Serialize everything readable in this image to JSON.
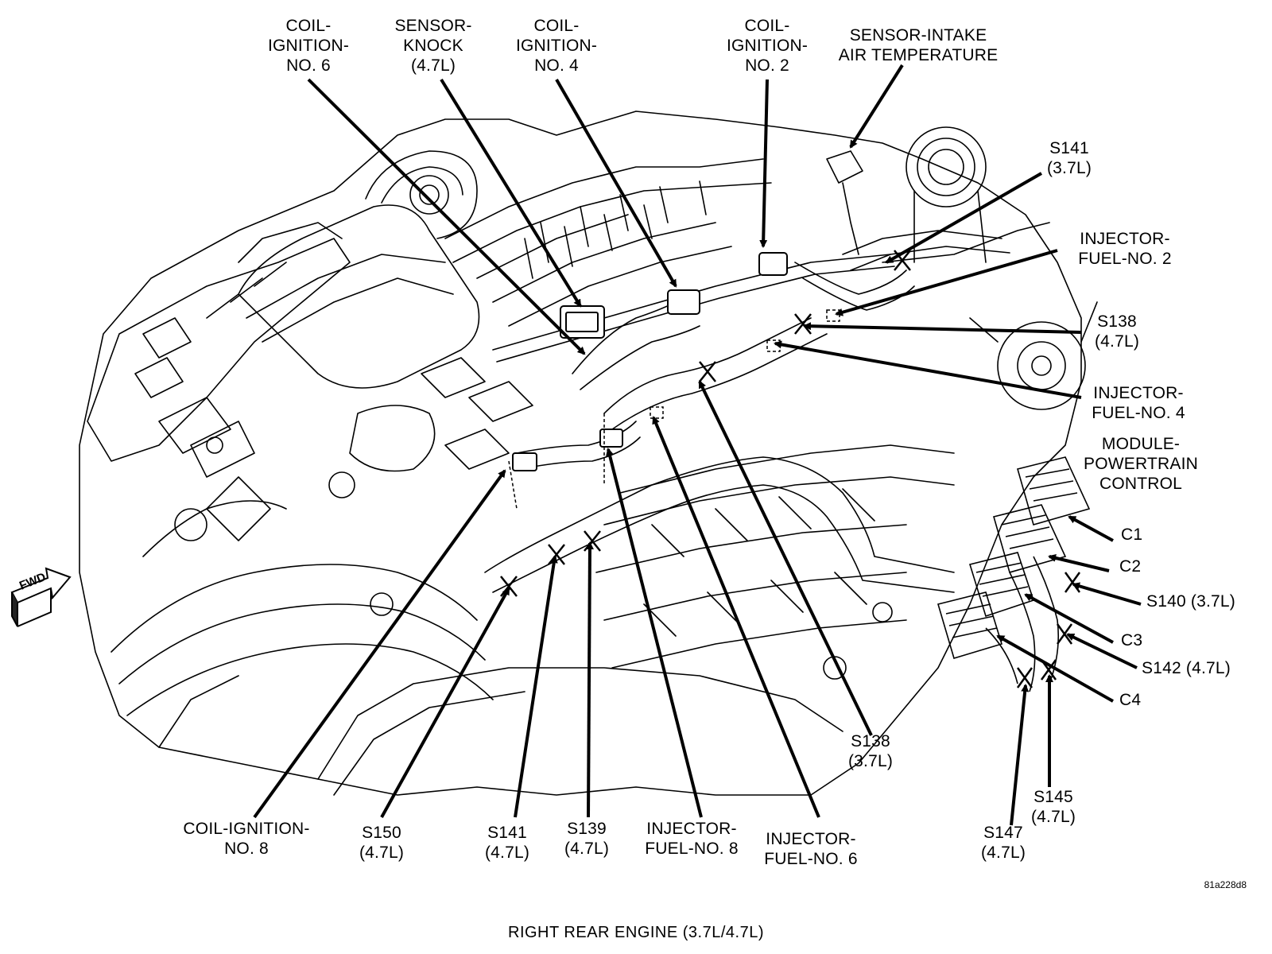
{
  "caption": "RIGHT REAR ENGINE (3.7L/4.7L)",
  "figure_id": "81a228d8",
  "fwd_label": "FWD",
  "labels": {
    "coil6": [
      "COIL-",
      "IGNITION-",
      "NO. 6"
    ],
    "knock": [
      "SENSOR-",
      "KNOCK",
      "(4.7L)"
    ],
    "coil4": [
      "COIL-",
      "IGNITION-",
      "NO. 4"
    ],
    "coil2": [
      "COIL-",
      "IGNITION-",
      "NO. 2"
    ],
    "iat": [
      "SENSOR-INTAKE",
      "AIR TEMPERATURE"
    ],
    "s141_37": [
      "S141",
      "(3.7L)"
    ],
    "inj2": [
      "INJECTOR-",
      "FUEL-NO. 2"
    ],
    "s138_47": [
      "S138",
      "(4.7L)"
    ],
    "inj4": [
      "INJECTOR-",
      "FUEL-NO. 4"
    ],
    "pcm": [
      "MODULE-",
      "POWERTRAIN",
      "CONTROL"
    ],
    "c1": [
      "C1"
    ],
    "c2": [
      "C2"
    ],
    "s140": [
      "S140 (3.7L)"
    ],
    "c3": [
      "C3"
    ],
    "s142": [
      "S142 (4.7L)"
    ],
    "c4": [
      "C4"
    ],
    "s138_37": [
      "S138",
      "(3.7L)"
    ],
    "s145": [
      "S145",
      "(4.7L)"
    ],
    "s147": [
      "S147",
      "(4.7L)"
    ],
    "coil8": [
      "COIL-IGNITION-",
      "NO. 8"
    ],
    "s150": [
      "S150",
      "(4.7L)"
    ],
    "s141_47": [
      "S141",
      "(4.7L)"
    ],
    "s139": [
      "S139",
      "(4.7L)"
    ],
    "inj8": [
      "INJECTOR-",
      "FUEL-NO. 8"
    ],
    "inj6": [
      "INJECTOR-",
      "FUEL-NO. 6"
    ]
  }
}
